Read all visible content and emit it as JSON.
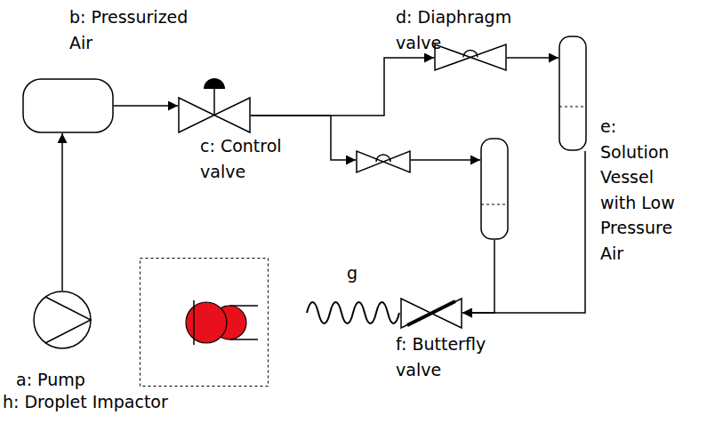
{
  "diagram": {
    "nodes": [
      {
        "text": [
          "a: Pump"
        ]
      },
      {
        "text": [
          "b: Pressurized Air"
        ]
      },
      {
        "text": [
          "c: Control valve"
        ]
      },
      {
        "text": [
          "d: Diaphragm valve"
        ]
      },
      {
        "text": [
          "e: Solution Vessel with Low Pressure Air"
        ]
      },
      {
        "text": []
      },
      {
        "text": []
      },
      {
        "text": [
          "f: Butterfly valve"
        ]
      },
      {
        "text": [
          "h: Droplet Impactor"
        ]
      }
    ],
    "edges": [
      {
        "from": 0,
        "to": 1,
        "arrow": "to"
      },
      {
        "from": 1,
        "to": 2,
        "arrow": "to"
      },
      {
        "from": 2,
        "to": 3,
        "arrow": "to"
      },
      {
        "from": 2,
        "to": 5,
        "arrow": "to"
      },
      {
        "from": 3,
        "to": 4,
        "arrow": "to"
      },
      {
        "from": 5,
        "to": 6,
        "arrow": "to"
      },
      {
        "from": 4,
        "to": 7,
        "arrow": "to"
      },
      {
        "from": 6,
        "to": 7,
        "arrow": "to"
      }
    ],
    "labels": [
      "g"
    ]
  }
}
